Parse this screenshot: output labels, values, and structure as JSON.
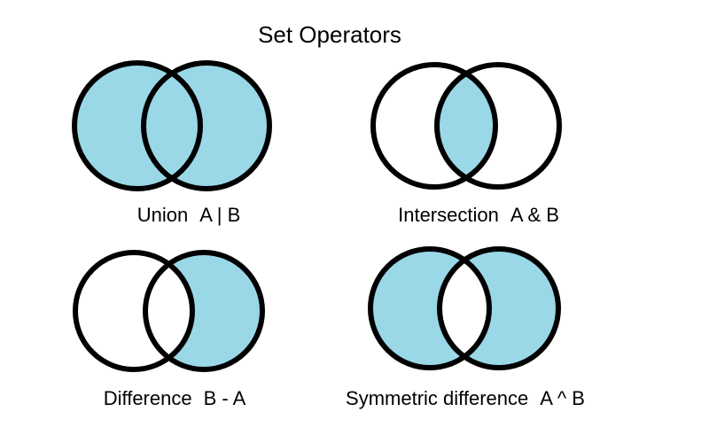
{
  "title": "Set Operators",
  "colors": {
    "shade_fill": "#9ad8e8",
    "circle_stroke": "#000000",
    "background": "#ffffff"
  },
  "diagrams": [
    {
      "id": "union",
      "name": "Union",
      "expr": "A | B",
      "shaded": "union"
    },
    {
      "id": "intersection",
      "name": "Intersection",
      "expr": "A & B",
      "shaded": "intersection"
    },
    {
      "id": "difference",
      "name": "Difference",
      "expr": "B - A",
      "shaded": "difference-b-a"
    },
    {
      "id": "symdiff",
      "name": "Symmetric difference",
      "expr": "A ^ B",
      "shaded": "symmetric-difference"
    }
  ]
}
